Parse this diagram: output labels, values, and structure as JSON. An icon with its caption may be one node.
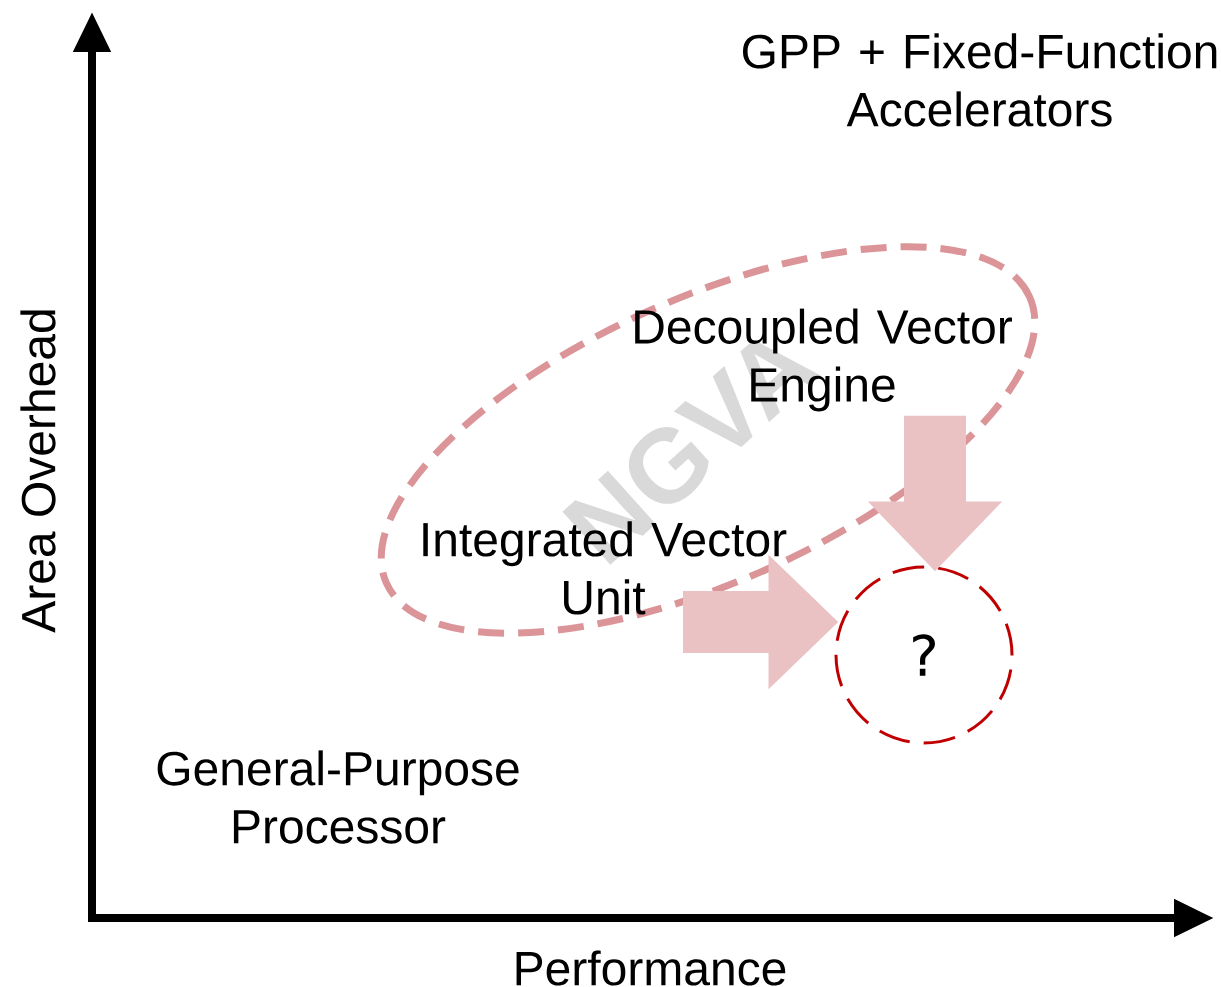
{
  "diagram": {
    "nodes": [
      {
        "text": [
          "NGVA"
        ]
      },
      {
        "text": [
          "Decoupled Vector Engine"
        ],
        "in": 0
      },
      {
        "text": [
          "Integrated Vector Unit"
        ],
        "in": 0
      },
      {
        "text": [
          "?"
        ]
      },
      {
        "text": [
          "General-Purpose Processor"
        ]
      },
      {
        "text": [
          "GPP + Fixed-Function Accelerators"
        ]
      }
    ],
    "edges": [
      {
        "from": 1,
        "to": 3,
        "arrow": "to"
      },
      {
        "from": 2,
        "to": 3,
        "arrow": "to"
      }
    ],
    "labels": [
      "Area Overhead",
      "Performance"
    ]
  }
}
